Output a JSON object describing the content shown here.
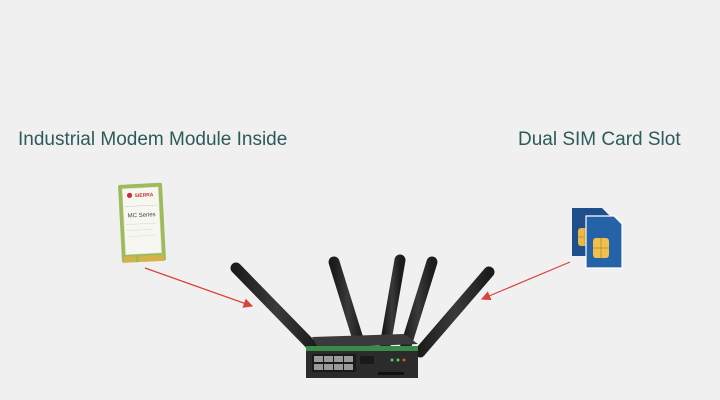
{
  "callouts": {
    "modem": "Industrial Modem Module Inside",
    "sim": "Dual SIM Card Slot"
  },
  "module_card": {
    "brand": "SIERRA",
    "series": "MC Series"
  },
  "colors": {
    "label": "#2d5a5a",
    "arrow": "#d9443a",
    "antenna": "#2a2a2a",
    "sim_card": "#1f4f8a",
    "sim_chip": "#e8b84a",
    "module_pcb": "#9dbb5a"
  }
}
